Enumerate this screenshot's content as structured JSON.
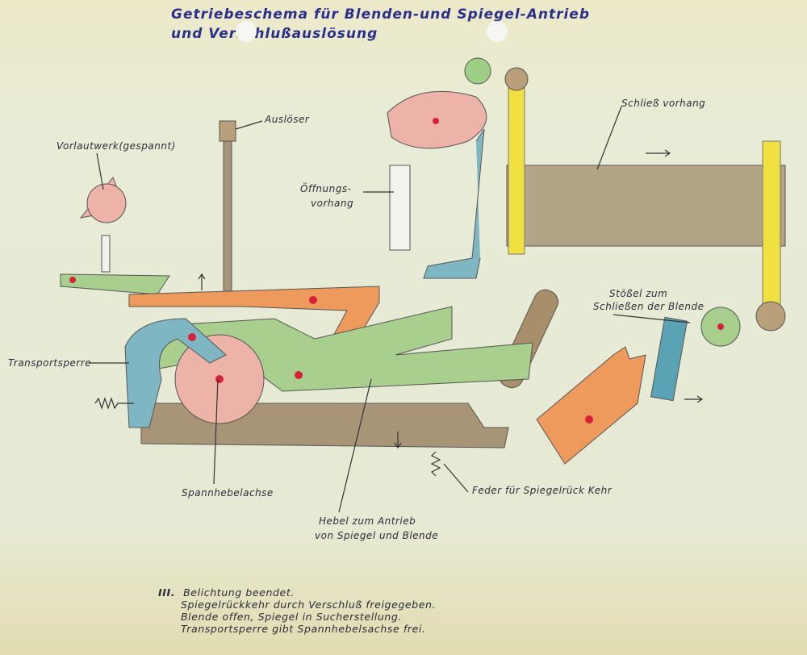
{
  "title": {
    "line1": "Getriebeschema für Blenden-und Spiegel-Antrieb",
    "line2": "und Verschlußauslösung"
  },
  "labels": {
    "vorlaufwerk": "Vorlautwerk(gespannt)",
    "ausloeser": "Auslöser",
    "oeffnungsvorhang_1": "Öffnungs-",
    "oeffnungsvorhang_2": "vorhang",
    "schliessvorhang": "Schließ vorhang",
    "stoessel_1": "Stößel zum",
    "stoessel_2": "Schließen der Blende",
    "transportsperre": "Transportsperre",
    "spannhebelachse": "Spannhebelachse",
    "feder": "Feder für Spiegelrück Kehr",
    "hebel_1": "Hebel zum Antrieb",
    "hebel_2": "von Spiegel und Blende"
  },
  "caption": {
    "numeral": "III.",
    "line1": "Belichtung beendet.",
    "line2": "Spiegelrückkehr durch Verschluß freigegeben.",
    "line3": "Blende offen, Spiegel in Sucherstellung.",
    "line4": "Transportsperre gibt Spannhebelsachse frei."
  },
  "colors": {
    "ink": "#2a2f8c",
    "green": "#a9cf8e",
    "orange": "#ee9a5c",
    "brown": "#a89477",
    "pink": "#eeb3a8",
    "blue": "#7fb6c4",
    "yellow": "#f0e040",
    "red": "#d8203a"
  }
}
